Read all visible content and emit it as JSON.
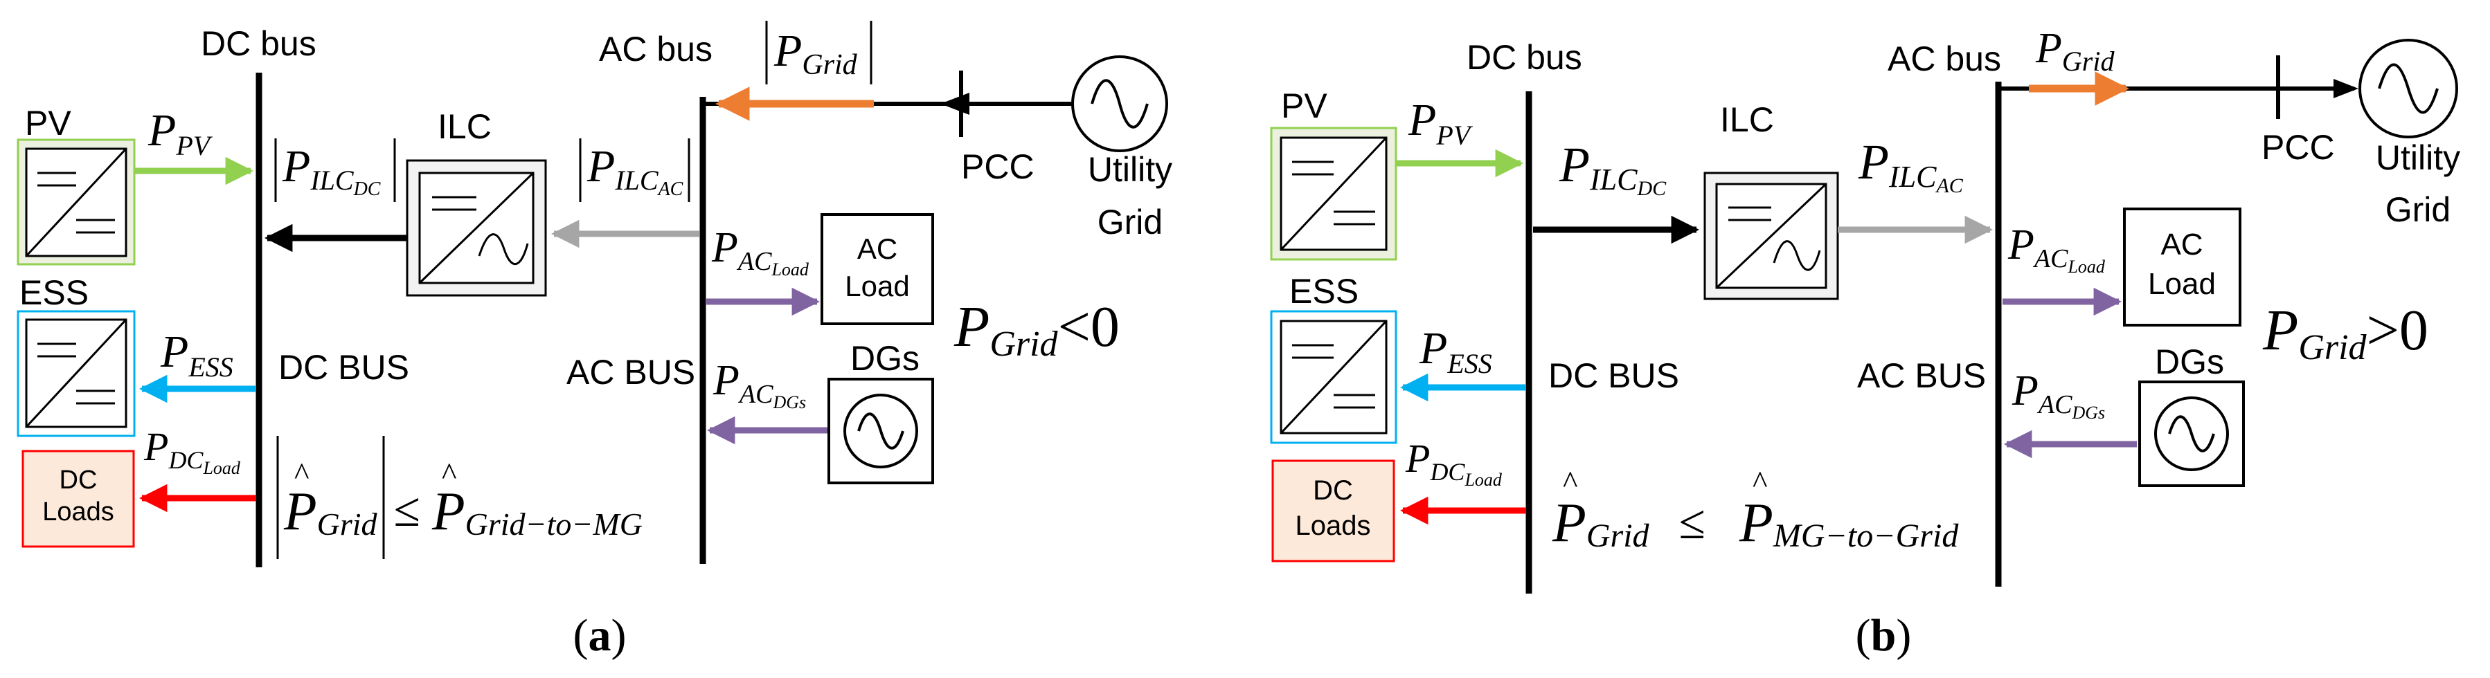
{
  "colors": {
    "pv": "#92d050",
    "pv_box_fill": "#ebf1de",
    "ess": "#00b0f0",
    "dc_load": "#ff0000",
    "dc_load_box_fill": "#fde9d9",
    "grid_arrow": "#ed7d31",
    "ilc_ac_arrow": "#a6a6a6",
    "ac_load_arrow": "#8064a2",
    "ink": "#000000"
  },
  "icons": [
    "dc-dc-converter-icon",
    "ac-dc-converter-icon",
    "ac-source-icon"
  ],
  "panel_a": {
    "caption_open": "(",
    "caption_letter": "a",
    "caption_close": ")",
    "dc_bus": "DC bus",
    "ac_bus": "AC bus",
    "dc_bus_caps": "DC BUS",
    "ac_bus_caps": "AC BUS",
    "pv": "PV",
    "ess": "ESS",
    "ilc": "ILC",
    "dc_loads_l1": "DC",
    "dc_loads_l2": "Loads",
    "ac_load_l1": "AC",
    "ac_load_l2": "Load",
    "dgs": "DGs",
    "pcc": "PCC",
    "utility_l1": "Utility",
    "utility_l2": "Grid",
    "p_pv": "P",
    "p_pv_sub": "PV",
    "p_ilc_dc": "P",
    "p_ilc_dc_sub": "ILC",
    "p_ilc_dc_subsub": "DC",
    "p_ilc_ac": "P",
    "p_ilc_ac_sub": "ILC",
    "p_ilc_ac_subsub": "AC",
    "p_grid": "P",
    "p_grid_sub": "Grid",
    "p_ess": "P",
    "p_ess_sub": "ESS",
    "p_dc_load": "P",
    "p_dc_load_sub": "DC",
    "p_dc_load_subsub": "Load",
    "p_ac_load": "P",
    "p_ac_load_sub": "AC",
    "p_ac_load_subsub": "Load",
    "p_ac_dgs": "P",
    "p_ac_dgs_sub": "AC",
    "p_ac_dgs_subsub": "DGs",
    "cond_p": "P",
    "cond_sub": "Grid",
    "cond_op": "<0",
    "ineq_hat1": "^",
    "ineq_p1": "P",
    "ineq_sub1": "Grid",
    "ineq_leq": "≤",
    "ineq_hat2": "^",
    "ineq_p2": "P",
    "ineq_sub2": "Grid−to−MG"
  },
  "panel_b": {
    "caption_open": "(",
    "caption_letter": "b",
    "caption_close": ")",
    "dc_bus": "DC bus",
    "ac_bus": "AC bus",
    "dc_bus_caps": "DC BUS",
    "ac_bus_caps": "AC BUS",
    "pv": "PV",
    "ess": "ESS",
    "ilc": "ILC",
    "dc_loads_l1": "DC",
    "dc_loads_l2": "Loads",
    "ac_load_l1": "AC",
    "ac_load_l2": "Load",
    "dgs": "DGs",
    "pcc": "PCC",
    "utility_l1": "Utility",
    "utility_l2": "Grid",
    "p_pv": "P",
    "p_pv_sub": "PV",
    "p_ilc_dc": "P",
    "p_ilc_dc_sub": "ILC",
    "p_ilc_dc_subsub": "DC",
    "p_ilc_ac": "P",
    "p_ilc_ac_sub": "ILC",
    "p_ilc_ac_subsub": "AC",
    "p_grid": "P",
    "p_grid_sub": "Grid",
    "p_ess": "P",
    "p_ess_sub": "ESS",
    "p_dc_load": "P",
    "p_dc_load_sub": "DC",
    "p_dc_load_subsub": "Load",
    "p_ac_load": "P",
    "p_ac_load_sub": "AC",
    "p_ac_load_subsub": "Load",
    "p_ac_dgs": "P",
    "p_ac_dgs_sub": "AC",
    "p_ac_dgs_subsub": "DGs",
    "cond_p": "P",
    "cond_sub": "Grid",
    "cond_op": ">0",
    "ineq_hat1": "^",
    "ineq_p1": "P",
    "ineq_sub1": "Grid",
    "ineq_leq": "≤",
    "ineq_hat2": "^",
    "ineq_p2": "P",
    "ineq_sub2": "MG−to−Grid"
  }
}
